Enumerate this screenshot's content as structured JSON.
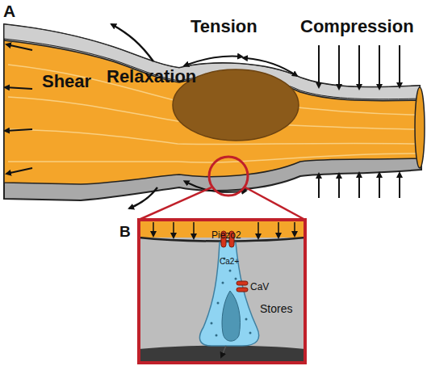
{
  "diagram": {
    "nodes": [
      {
        "text": [
          "B",
          "Piezo2",
          "Ca2+",
          "CaV",
          "Stores"
        ]
      }
    ],
    "labels": [
      "A",
      "Shear",
      "Relaxation",
      "Tension",
      "Compression"
    ]
  }
}
